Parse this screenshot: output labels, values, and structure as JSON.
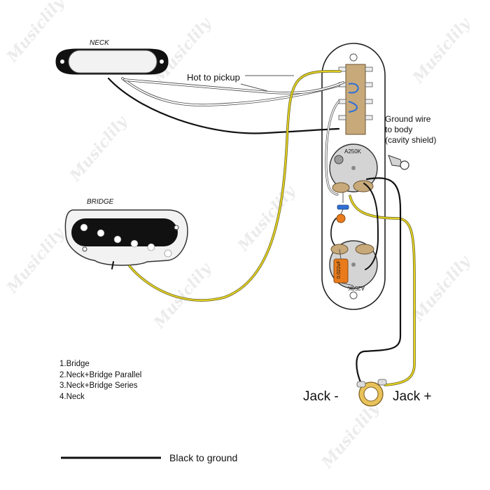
{
  "labels": {
    "neck": "NECK",
    "bridge": "BRIDGE",
    "hot_to_pickup": "Hot to pickup",
    "ground_wire": [
      "Ground wire",
      "to body",
      "(cavity shield)"
    ],
    "pot_volume": "A250K",
    "pot_tone": "A250K",
    "capacitor": "0.022uF",
    "jack_minus": "Jack -",
    "jack_plus": "Jack +",
    "black_to_ground": "Black to ground"
  },
  "switch_positions": [
    "1.Bridge",
    "2.Neck+Bridge Parallel",
    "3.Neck+Bridge Series",
    "4.Neck"
  ],
  "watermark": "Musiclily",
  "colors": {
    "hot_wire": "#e8d31f",
    "ground_wire": "#111111",
    "neck_white_wire": "#ffffff",
    "capacitor": "#e97b1c",
    "jumper": "#2f6fd6",
    "plate": "#ffffff",
    "pot_body": "#cfcfcf",
    "solder": "#b0b0b0"
  }
}
